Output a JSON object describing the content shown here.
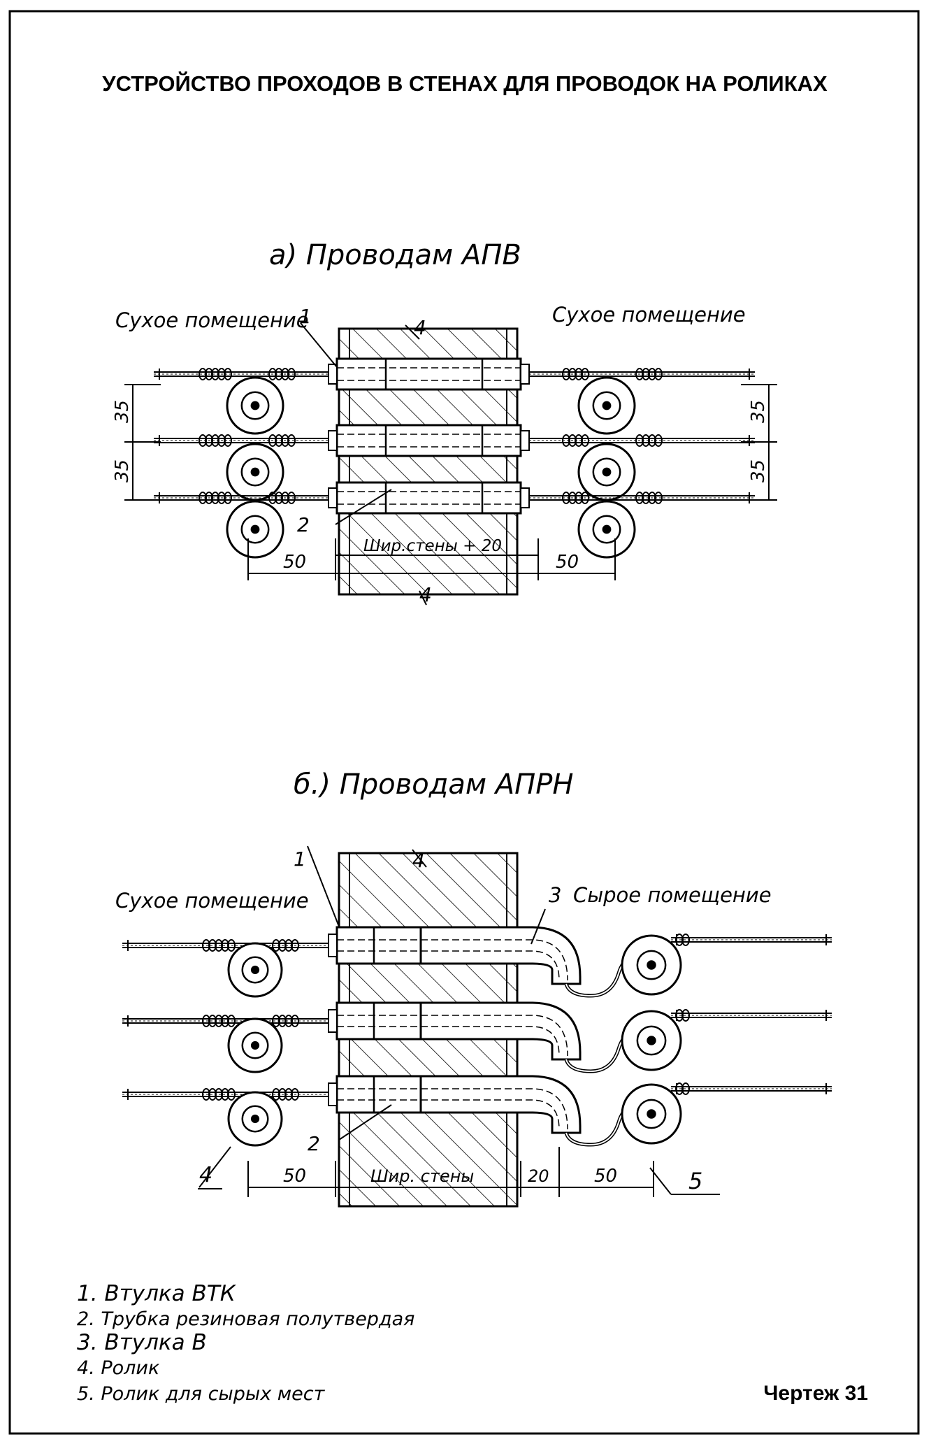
{
  "title": "УСТРОЙСТВО ПРОХОДОВ В СТЕНАХ ДЛЯ ПРОВОДОК НА РОЛИКАХ",
  "section_a": {
    "heading": "а) Проводам АПВ",
    "left_room": "Сухое помещение",
    "right_room": "Сухое помещение",
    "callout_1": "1",
    "callout_2": "2",
    "callout_4_top": "4",
    "callout_4_bottom": "4",
    "dim_spacing": "35",
    "dim_left_50": "50",
    "dim_right_50": "50",
    "dim_wall": "Шир.стены + 20"
  },
  "section_b": {
    "heading": "б.) Проводам АПРН",
    "left_room": "Сухое помещение",
    "right_room": "Сырое помещение",
    "callout_1": "1",
    "callout_2": "2",
    "callout_3": "3",
    "callout_4": "4",
    "callout_4_wall": "4",
    "callout_5": "5",
    "dim_left_50": "50",
    "dim_wall": "Шир. стены",
    "dim_20": "20",
    "dim_right_50": "50"
  },
  "legend": [
    "1. Втулка  ВТК",
    "2. Трубка  резиновая  полутвердая",
    "3. Втулка  В",
    "4. Ролик",
    "5. Ролик  для  сырых  мест"
  ],
  "drawing_number": "Чертеж 31",
  "colors": {
    "ink": "#000000",
    "paper": "#ffffff"
  }
}
